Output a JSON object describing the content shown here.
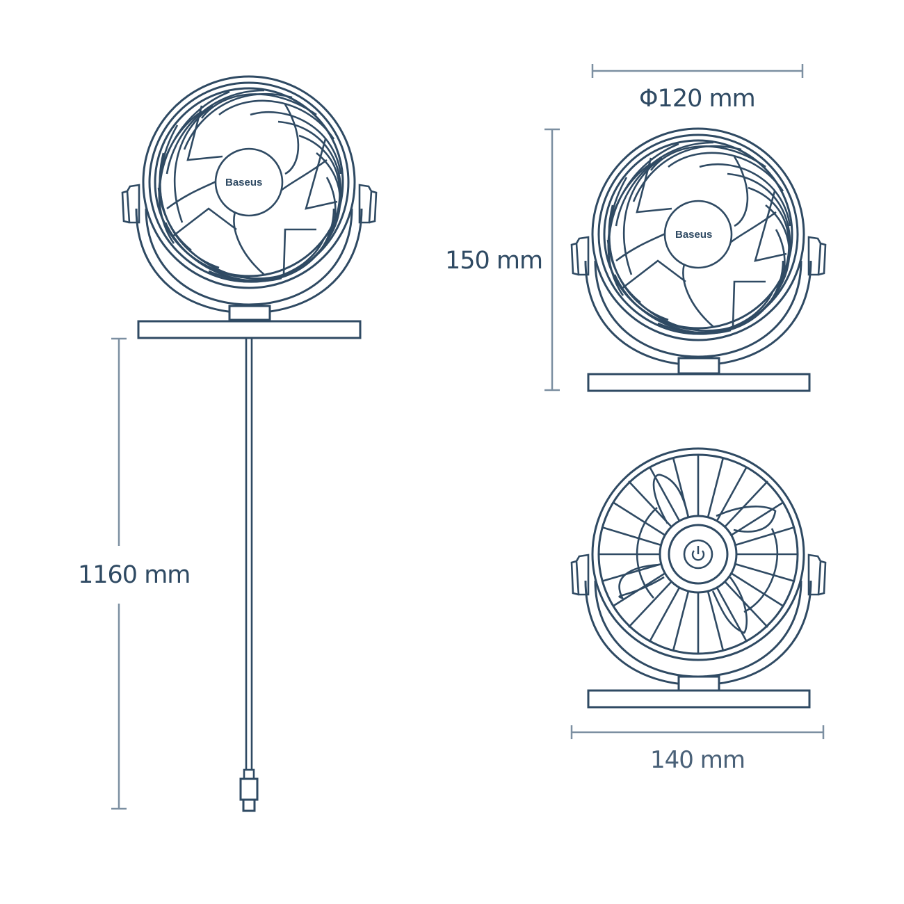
{
  "colors": {
    "line": "#2f4a63",
    "dimension_line": "#7c8fa1",
    "background": "#ffffff"
  },
  "figure": {
    "description": "Dimension drawing of a Baseus desk fan: clip/hanging view with cable, front view and rear view",
    "views": [
      {
        "id": "hanging-view",
        "brand": "Baseus"
      },
      {
        "id": "front-view",
        "brand": "Baseus"
      },
      {
        "id": "rear-view",
        "icon": "power-icon"
      }
    ]
  },
  "dimensions": {
    "cable_length": {
      "label": "1160 mm",
      "orientation": "vertical"
    },
    "fan_diameter": {
      "label": "Φ120 mm",
      "orientation": "horizontal"
    },
    "fan_height": {
      "label": "150 mm",
      "orientation": "vertical"
    },
    "base_width": {
      "label": "140 mm",
      "orientation": "horizontal"
    }
  },
  "brand": {
    "logo_text": "Baseus"
  }
}
